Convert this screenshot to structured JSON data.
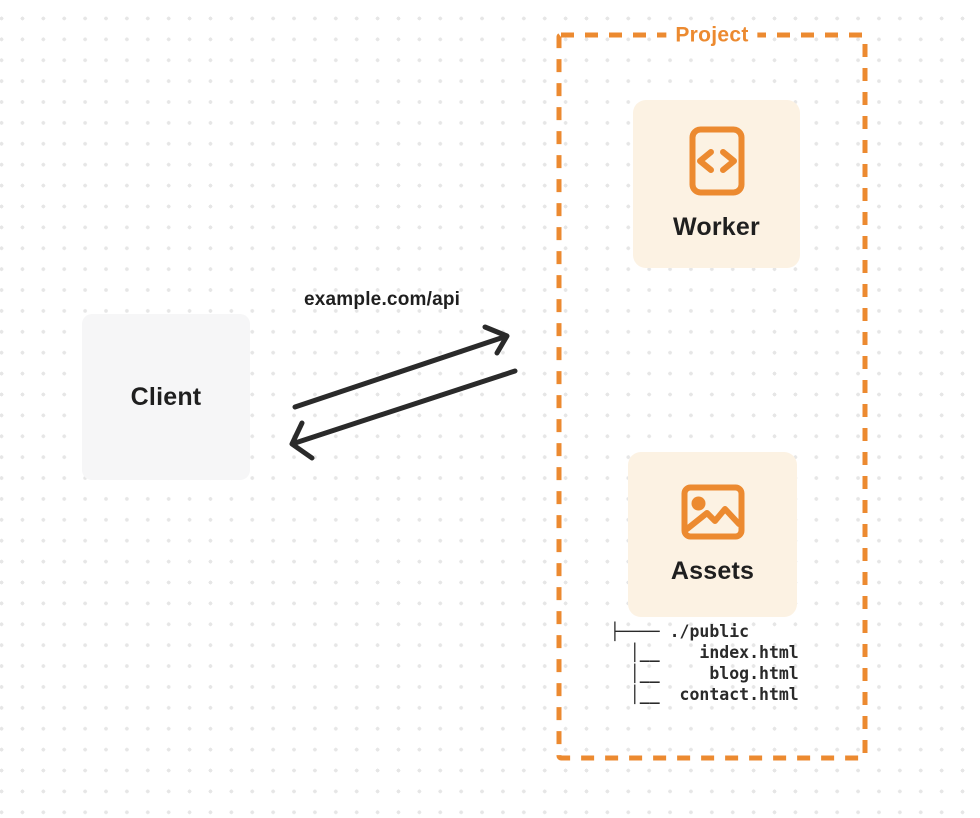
{
  "colors": {
    "accent": "#EC8A30",
    "accent-bg": "#FCF2E3",
    "client-bg": "#F6F6F7",
    "ink": "#1F1F1F",
    "line": "#2A2A2A",
    "dot": "#E6E6E6",
    "bg": "#FFFFFF"
  },
  "project": {
    "label": "Project"
  },
  "client": {
    "label": "Client"
  },
  "request": {
    "label": "example.com/api"
  },
  "worker": {
    "label": "Worker",
    "icon": "code-file-icon"
  },
  "assets": {
    "label": "Assets",
    "icon": "image-icon"
  },
  "tree": {
    "lines": [
      "├──── ./public",
      "  │__    index.html",
      "  │__     blog.html",
      "  │__  contact.html"
    ]
  }
}
